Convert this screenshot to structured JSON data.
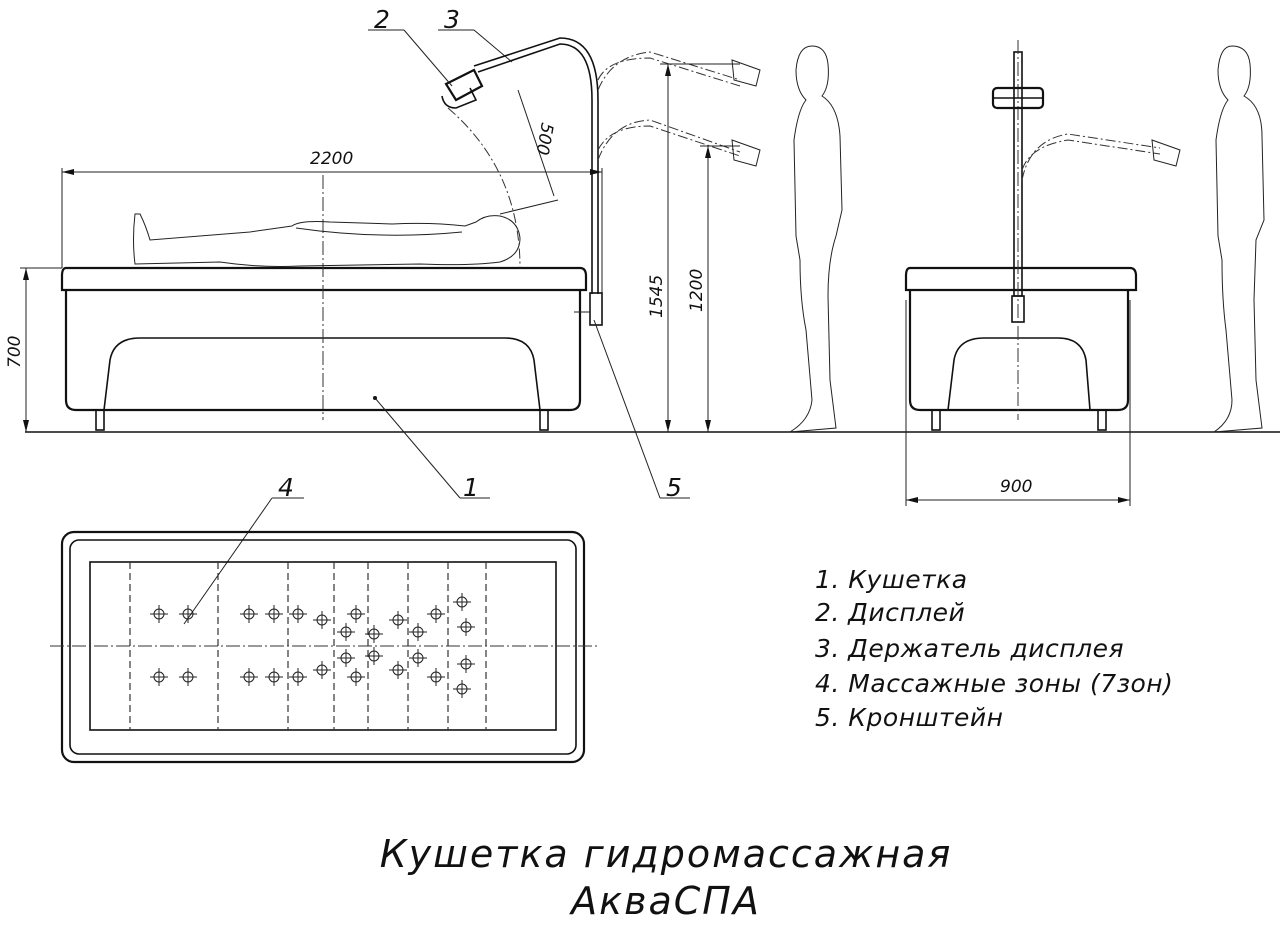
{
  "dimensions": {
    "length": "2200",
    "height": "700",
    "display_distance": "500",
    "max_height": "1545",
    "holder_height": "1200",
    "width": "900"
  },
  "callouts": {
    "c1": "1",
    "c2": "2",
    "c3": "3",
    "c4": "4",
    "c5": "5"
  },
  "legend": [
    "1. Кушетка",
    "2. Дисплей",
    "3. Держатель дисплея",
    "4. Массажные зоны (7зон)",
    "5. Кронштейн"
  ],
  "title": {
    "line1": "Кушетка гидромассажная",
    "line2": "АкваСПА"
  },
  "massage_zones": {
    "count": 7
  }
}
